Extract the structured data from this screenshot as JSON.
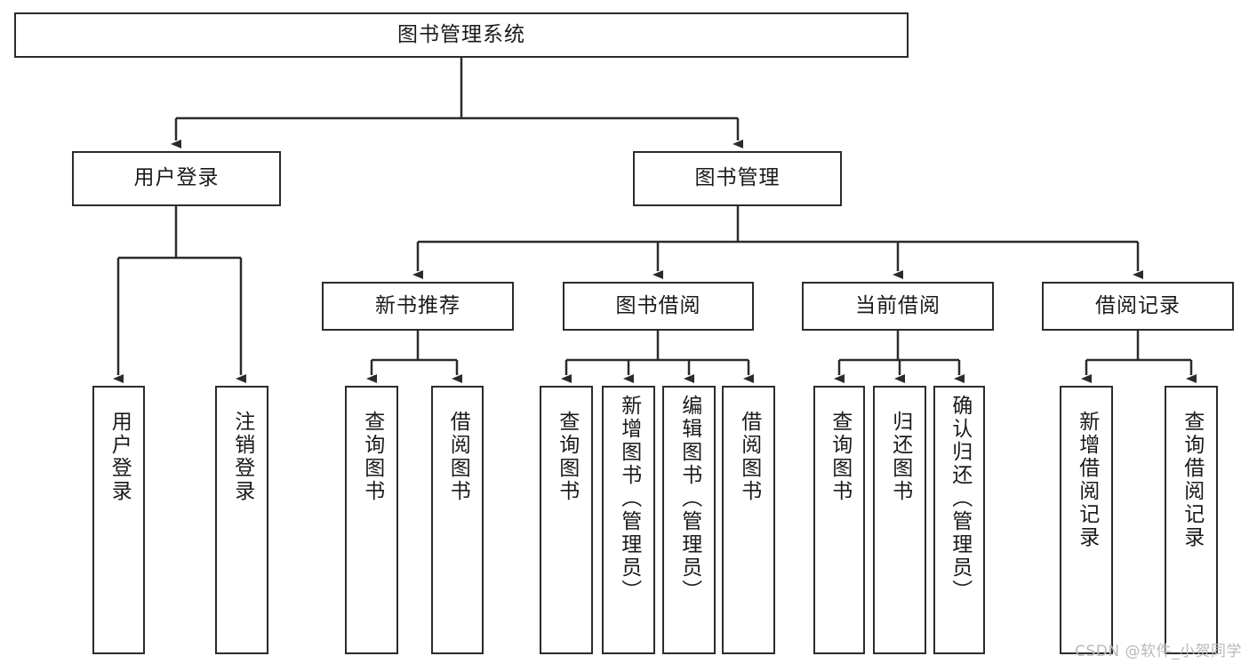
{
  "diagram": {
    "type": "tree",
    "title": "图书管理系统",
    "watermark": "CSDN @软件_小贺同学",
    "colors": {
      "stroke": "#2b2b2b",
      "fill": "#ffffff",
      "text": "#1a1a1a",
      "watermark": "#b9b9b9"
    },
    "root": {
      "label": "图书管理系统"
    },
    "level2": [
      {
        "label": "用户登录"
      },
      {
        "label": "图书管理"
      }
    ],
    "level3": [
      {
        "label": "新书推荐"
      },
      {
        "label": "图书借阅"
      },
      {
        "label": "当前借阅"
      },
      {
        "label": "借阅记录"
      }
    ],
    "leaves": {
      "user_login": [
        {
          "label": "用户登录"
        },
        {
          "label": "注销登录"
        }
      ],
      "new_book_recommend": [
        {
          "label": "查询图书"
        },
        {
          "label": "借阅图书"
        }
      ],
      "book_borrow": [
        {
          "label": "查询图书"
        },
        {
          "label": "新增图书（管理员）"
        },
        {
          "label": "编辑图书（管理员）"
        },
        {
          "label": "借阅图书"
        }
      ],
      "current_borrow": [
        {
          "label": "查询图书"
        },
        {
          "label": "归还图书"
        },
        {
          "label": "确认归还（管理员）"
        }
      ],
      "borrow_record": [
        {
          "label": "新增借阅记录"
        },
        {
          "label": "查询借阅记录"
        }
      ]
    }
  }
}
